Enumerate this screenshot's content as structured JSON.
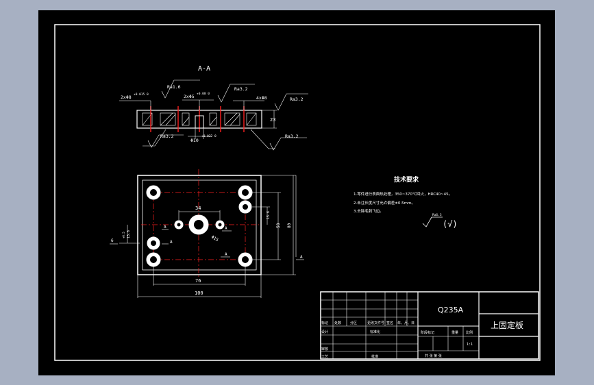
{
  "drawing": {
    "section_label": "A-A",
    "section_dims": {
      "hole_left": "2xΦ8",
      "hole_left_tol": "+0.015 0",
      "rough_left": "Ra1.6",
      "hole_mid": "2xΦ5",
      "hole_mid_tol": "+0.08 0",
      "rough_mid": "Ra3.2",
      "hole_right": "4xΦ8",
      "rough_right": "Ra3.2",
      "thickness": "23",
      "bottom_bore": "Φ10",
      "bottom_bore_tol": "+0.022 0",
      "rough_bottom_left": "Ra3.2",
      "rough_bottom_right": "Ra3.2"
    },
    "plan_dims": {
      "spacing_top": "34",
      "spacing_bottom": "76",
      "overall_width": "100",
      "height_inner": "58",
      "height_outer": "80",
      "right_small": "15.6",
      "left_small": "15.6",
      "left_tol": "+0.5",
      "hole_dia": "Φ15",
      "marker_a": "A",
      "marker_6": "6"
    },
    "tech_requirements": {
      "title": "技术要求",
      "items": [
        "1.零件进行表面热处理，350~370℃回火，HRC40~45。",
        "2.未注长度尺寸允许偏差±0.5mm。",
        "3.去除毛刺飞边。"
      ],
      "roughness_note": "Ra6.3",
      "roughness_paren": "(√)"
    }
  },
  "title_block": {
    "material": "Q235A",
    "part_name": "上固定板",
    "headers": [
      "标记",
      "处数",
      "分区",
      "更改文件号",
      "签名",
      "年、月、日"
    ],
    "row_labels": [
      "设计",
      "审核",
      "工艺"
    ],
    "standardize": "标准化",
    "approve": "批准",
    "stage_mark": "阶段标记",
    "weight": "重量",
    "scale": "比例",
    "scale_value": "1:1",
    "sheets": "共 张 第 张"
  },
  "colors": {
    "background": "#000000",
    "line": "#ffffff",
    "center": "#ff0000",
    "page": "#a7b0c2"
  }
}
